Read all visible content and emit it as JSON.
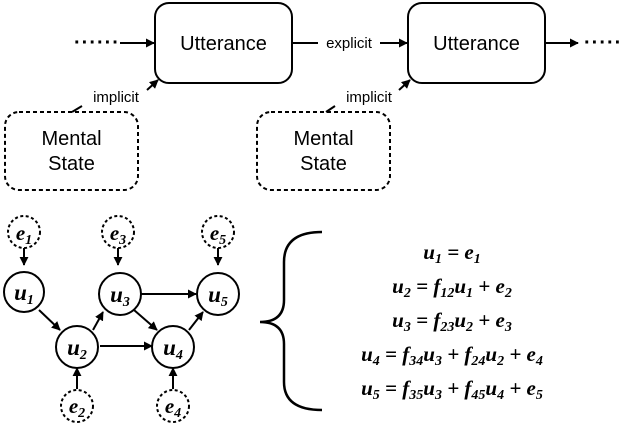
{
  "top": {
    "utterance1": "Utterance",
    "utterance2": "Utterance",
    "mental1_line1": "Mental",
    "mental1_line2": "State",
    "mental2_line1": "Mental",
    "mental2_line2": "State",
    "implicit1": "implicit",
    "implicit2": "implicit",
    "explicit": "explicit",
    "dots_left": "······",
    "dots_right": "······"
  },
  "graph": {
    "nodes": {
      "u1": {
        "base": "u",
        "sub": "1"
      },
      "u2": {
        "base": "u",
        "sub": "2"
      },
      "u3": {
        "base": "u",
        "sub": "3"
      },
      "u4": {
        "base": "u",
        "sub": "4"
      },
      "u5": {
        "base": "u",
        "sub": "5"
      },
      "e1": {
        "base": "e",
        "sub": "1"
      },
      "e2": {
        "base": "e",
        "sub": "2"
      },
      "e3": {
        "base": "e",
        "sub": "3"
      },
      "e4": {
        "base": "e",
        "sub": "4"
      },
      "e5": {
        "base": "e",
        "sub": "5"
      }
    }
  },
  "equations": [
    {
      "lhs_sub": "1",
      "rhs": "= e",
      "rhs_sub": "1",
      "rest": ""
    },
    {
      "lhs_sub": "2",
      "rhs": "= f",
      "rhs_sub": "12",
      "rest": "u"
    }
  ],
  "eq_lines": {
    "l1": {
      "a": "u",
      "as": "1",
      "b": " = e",
      "bs": "1"
    },
    "l2": {
      "a": "u",
      "as": "2",
      "b": " = f",
      "bs": "12",
      "c": "u",
      "cs": "1",
      "d": " + e",
      "ds": "2"
    },
    "l3": {
      "a": "u",
      "as": "3",
      "b": " = f",
      "bs": "23",
      "c": "u",
      "cs": "2",
      "d": " + e",
      "ds": "3"
    },
    "l4": {
      "a": "u",
      "as": "4",
      "b": " = f",
      "bs": "34",
      "c": "u",
      "cs": "3",
      "d": " + f",
      "ds": "24",
      "e": "u",
      "es": "2",
      "f": " + e",
      "fs": "4"
    },
    "l5": {
      "a": "u",
      "as": "5",
      "b": " = f",
      "bs": "35",
      "c": "u",
      "cs": "3",
      "d": " + f",
      "ds": "45",
      "e": "u",
      "es": "4",
      "f": " + e",
      "fs": "5"
    }
  }
}
